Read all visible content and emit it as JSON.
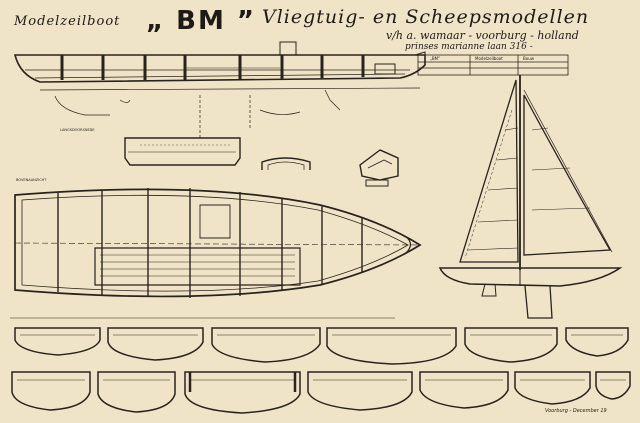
{
  "header": {
    "title_left": "Modelzeilboot",
    "title_bm": "„ BM ”",
    "title_right": "Vliegtuig- en Scheepsmodellen",
    "subtitle_line1": "v/h a. wamaar - voorburg - holland",
    "subtitle_line2": "prinses marianne laan 316 -"
  },
  "titleblock": {
    "row1_label": "„BM”",
    "row1_text": "Modelzeilboot",
    "row1_value": "Bouw"
  },
  "labels": {
    "hull_section": "LANGSDOORSNEDE",
    "plan_view": "BOVENAANZICHT"
  },
  "footer": {
    "signature": "Voorburg - December 19"
  }
}
